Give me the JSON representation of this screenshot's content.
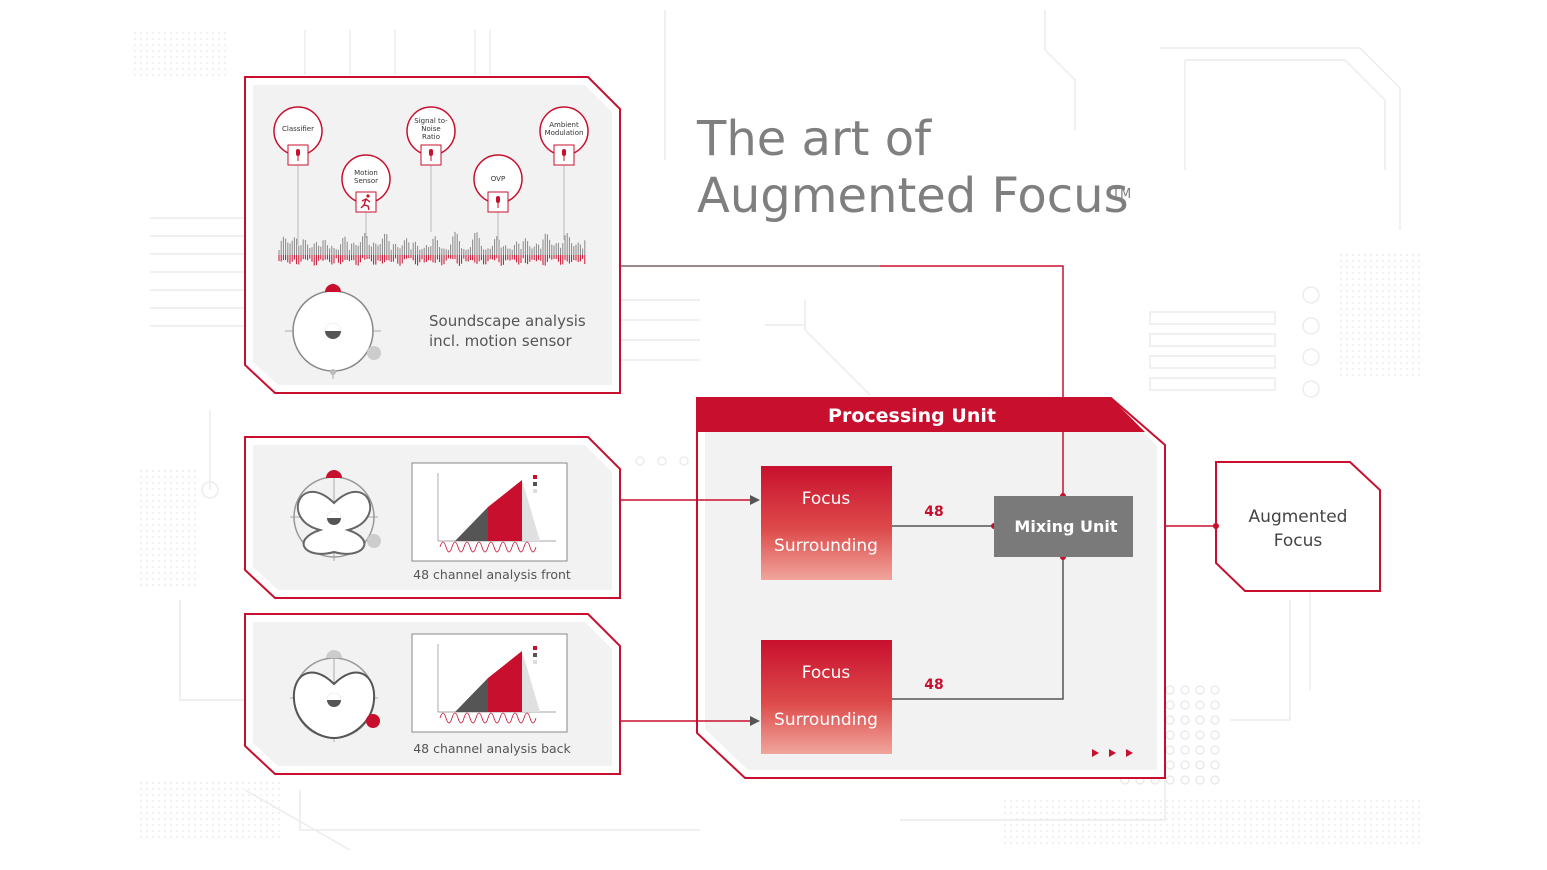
{
  "title": {
    "line1": "The art of",
    "line2": "Augmented Focus",
    "tm": "TM"
  },
  "colors": {
    "accent": "#c8102e",
    "gray": "#7f7f7f",
    "panel": "#f2f2f2",
    "mixing": "#7a7a7a"
  },
  "soundscape": {
    "sensors": [
      {
        "id": "classifier",
        "lines": [
          "Classifier"
        ],
        "icon": "microphone-icon"
      },
      {
        "id": "motion",
        "lines": [
          "Motion",
          "Sensor"
        ],
        "icon": "running-person-icon"
      },
      {
        "id": "snr",
        "lines": [
          "Signal to-",
          "Noise",
          "Ratio"
        ],
        "icon": "microphone-icon"
      },
      {
        "id": "ovp",
        "lines": [
          "OVP"
        ],
        "icon": "microphone-icon"
      },
      {
        "id": "ambient",
        "lines": [
          "Ambient",
          "Modulation"
        ],
        "icon": "microphone-icon"
      }
    ],
    "caption_line1": "Soundscape analysis",
    "caption_line2": "incl. motion sensor"
  },
  "channel_front": {
    "caption": "48 channel analysis front"
  },
  "channel_back": {
    "caption": "48 channel analysis back"
  },
  "processing": {
    "title": "Processing Unit",
    "block1": {
      "focus": "Focus",
      "surrounding": "Surrounding",
      "channels": "48"
    },
    "block2": {
      "focus": "Focus",
      "surrounding": "Surrounding",
      "channels": "48"
    },
    "mixing": "Mixing Unit"
  },
  "output": {
    "line1": "Augmented",
    "line2": "Focus"
  }
}
